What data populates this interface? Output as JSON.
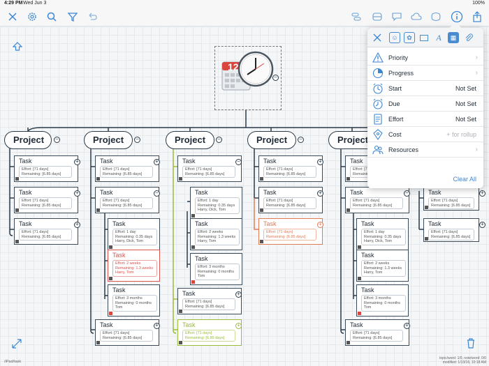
{
  "status": {
    "time": "4:29 PM",
    "date": "Wed Jun 3",
    "battery": "100%"
  },
  "toolbar": {
    "left_icons": [
      "close-icon",
      "gear-icon",
      "search-icon",
      "filter-icon",
      "undo-icon"
    ],
    "right_icons": [
      "outline-icon",
      "database-icon",
      "callout-icon",
      "cloud-icon",
      "boundary-icon",
      "info-icon",
      "share-icon"
    ]
  },
  "panel": {
    "tabs": [
      "close",
      "emoji",
      "palette",
      "shape",
      "font",
      "calendar",
      "attachment"
    ],
    "selected_tab": "calendar",
    "rows": [
      {
        "icon": "priority-icon",
        "label": "Priority",
        "value": "",
        "chevron": true
      },
      {
        "icon": "progress-icon",
        "label": "Progress",
        "value": "",
        "chevron": true
      },
      {
        "icon": "start-clock-icon",
        "label": "Start",
        "value": "Not Set",
        "chevron": false
      },
      {
        "icon": "due-clock-icon",
        "label": "Due",
        "value": "Not Set",
        "chevron": false
      },
      {
        "icon": "effort-icon",
        "label": "Effort",
        "value": "Not Set",
        "chevron": false
      },
      {
        "icon": "cost-icon",
        "label": "Cost",
        "value": "+ for rollup",
        "chevron": false
      },
      {
        "icon": "resources-icon",
        "label": "Resources",
        "value": "",
        "chevron": true
      }
    ],
    "clear_all": "Clear All"
  },
  "map": {
    "project_label": "Project",
    "task_label": "Task",
    "effort_line": "Effort: [71 days]",
    "remaining_line": "Remaining: [6.85 days]",
    "sub_tasks": [
      {
        "effort": "Effort: 1 day",
        "remaining": "Remaining: 0.35 days",
        "people": "Harry, Dick, Tom"
      },
      {
        "effort": "Effort: 2 weeks",
        "remaining": "Remaining: 1.3 weeks",
        "people": "Harry, Tom"
      },
      {
        "effort": "Effort: 3 months",
        "remaining": "Remaining: 0 months",
        "people": "Tom"
      }
    ]
  },
  "footer": {
    "path": "/iPad/task",
    "stats": "topic/word: 1/0, note/word: 0/0",
    "modified": "modified: 1/13/16, 10:18 AM"
  }
}
